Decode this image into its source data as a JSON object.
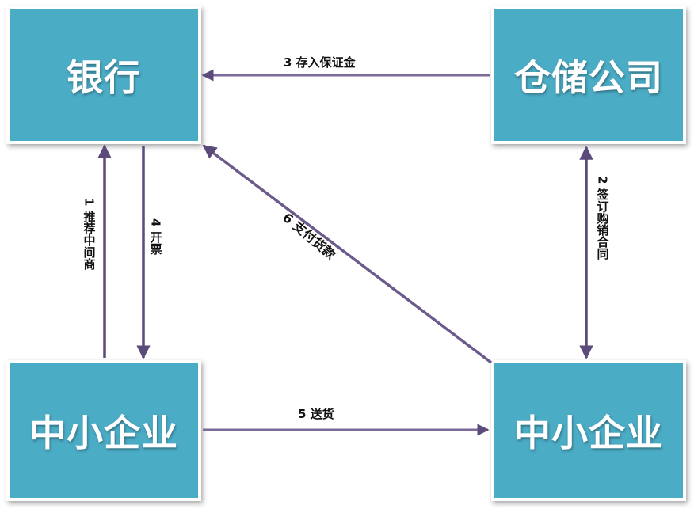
{
  "nodes": {
    "bank": "银行",
    "warehouse": "仓储公司",
    "sme_left": "中小企业",
    "sme_right": "中小企业"
  },
  "edges": {
    "e1": "1 推荐中间商",
    "e2": "2 签订购销合同",
    "e3": "3 存入保证金",
    "e4": "4 开票",
    "e5": "5 送货",
    "e6": "6 支付货款"
  },
  "colors": {
    "node_fill": "#4bacc6",
    "edge": "#5b4a7a"
  }
}
